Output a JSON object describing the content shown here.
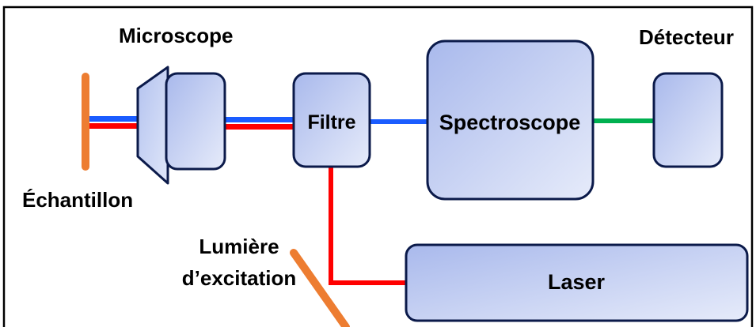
{
  "labels": {
    "microscope": "Microscope",
    "detecteur": "Détecteur",
    "filtre": "Filtre",
    "spectroscope": "Spectroscope",
    "echantillon": "Échantillon",
    "lumiere_line1": "Lumière",
    "lumiere_line2": "d’excitation",
    "laser": "Laser"
  },
  "colors": {
    "red_beam": "#ff0000",
    "blue_beam": "#1a5cff",
    "green_beam": "#00b050",
    "sample": "#ed7d31",
    "mirror": "#ed7d31",
    "box_stroke": "#0b1a4a",
    "box_fill_light": "#e4e9f9",
    "box_fill_dark": "#9fb1e8",
    "frame": "#000000"
  }
}
